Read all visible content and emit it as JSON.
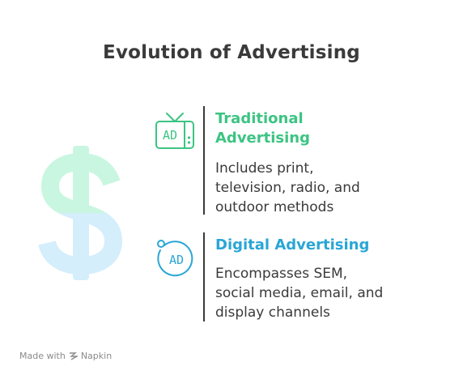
{
  "diagram": {
    "title": "Evolution of Advertising",
    "items": [
      {
        "heading": "Traditional\nAdvertising",
        "description": "Includes print,\ntelevision, radio, and\noutdoor methods",
        "icon": "tv-ad-icon",
        "color": "#3cc483",
        "icon_text": "AD"
      },
      {
        "heading": "Digital Advertising",
        "description": "Encompasses SEM,\nsocial media, email, and\ndisplay channels",
        "icon": "digital-ad-icon",
        "color": "#2aa6d6",
        "icon_text": "AD"
      }
    ],
    "background_icon": "dollar-sign-icon"
  },
  "footer": {
    "made_with": "Made with",
    "brand": "Napkin"
  }
}
